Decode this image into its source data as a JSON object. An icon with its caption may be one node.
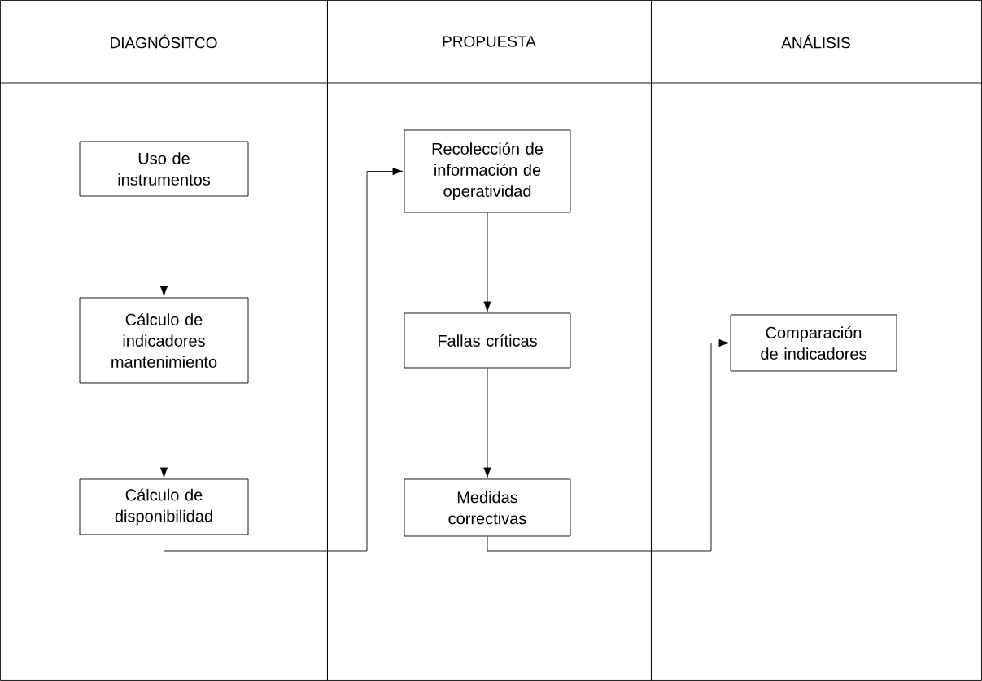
{
  "diagram": {
    "nodes": [
      {
        "text": [
          "DIAGNÓSITCO"
        ]
      },
      {
        "text": [
          "PROPUESTA"
        ]
      },
      {
        "text": [
          "ANÁLISIS"
        ]
      },
      {
        "text": [
          "Uso de instrumentos"
        ],
        "in": 0
      },
      {
        "text": [
          "Cálculo de indicadores mantenimiento"
        ],
        "in": 0
      },
      {
        "text": [
          "Cálculo de disponibilidad"
        ],
        "in": 0
      },
      {
        "text": [
          "Recolección de información de operatividad"
        ],
        "in": 1
      },
      {
        "text": [
          "Fallas críticas"
        ],
        "in": 1
      },
      {
        "text": [
          "Medidas correctivas"
        ],
        "in": 1
      },
      {
        "text": [
          "Comparación de indicadores"
        ],
        "in": 2
      }
    ],
    "edges": [
      {
        "from": 3,
        "to": 4,
        "arrow": "to"
      },
      {
        "from": 4,
        "to": 5,
        "arrow": "to"
      },
      {
        "from": 5,
        "to": 6,
        "arrow": "to"
      },
      {
        "from": 6,
        "to": 7,
        "arrow": "to"
      },
      {
        "from": 7,
        "to": 8,
        "arrow": "to"
      },
      {
        "from": 8,
        "to": 9,
        "arrow": "to"
      }
    ]
  }
}
